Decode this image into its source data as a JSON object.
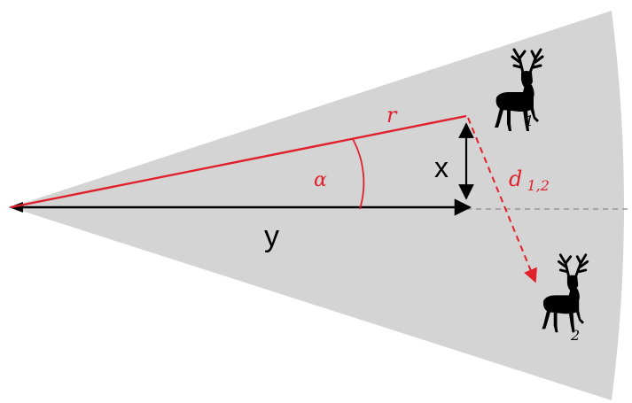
{
  "diagram": {
    "labels": {
      "r": "r",
      "alpha": "α",
      "x": "x",
      "y": "y",
      "d_main": "d",
      "d_sub": "1,2",
      "deer1_sub": "1",
      "deer2_sub": "2"
    },
    "colors": {
      "sector_fill": "#d4d4d4",
      "red": "#e0202a",
      "black": "#000000",
      "dashed_gray": "#8a8a8a"
    },
    "icons": {
      "animal": "deer-silhouette-icon"
    }
  }
}
